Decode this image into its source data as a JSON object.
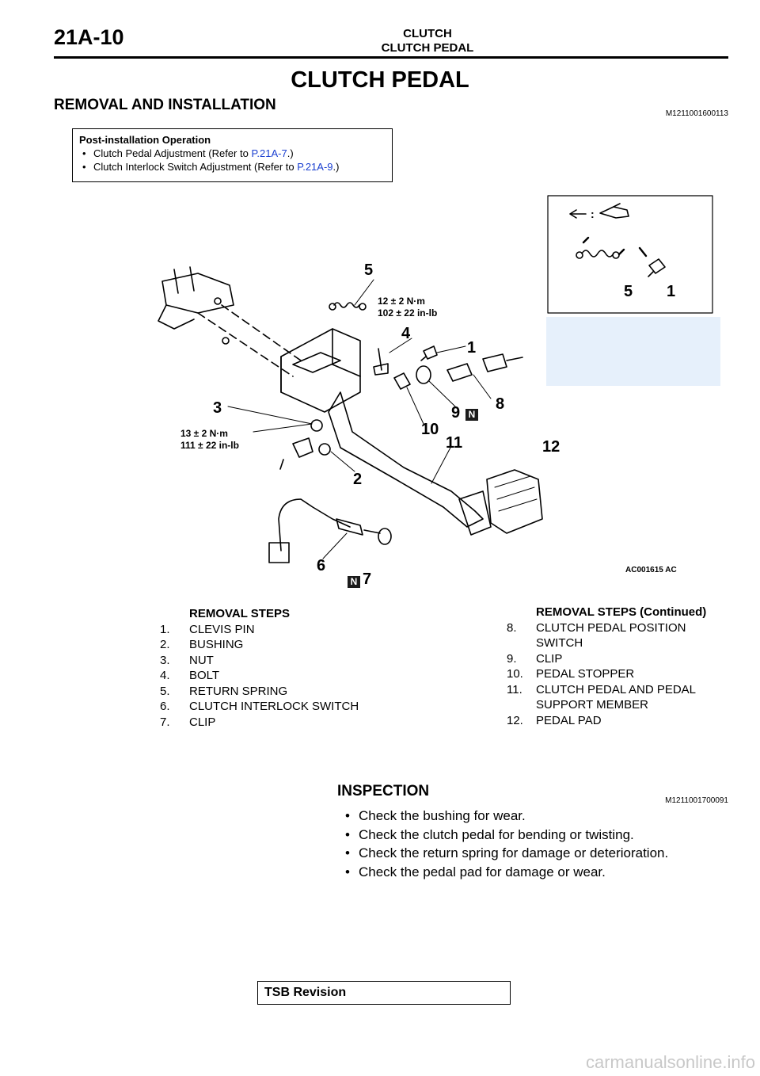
{
  "header": {
    "page_code": "21A-10",
    "section": "CLUTCH",
    "subsection": "CLUTCH PEDAL"
  },
  "title": "CLUTCH PEDAL",
  "removal": {
    "heading": "REMOVAL AND INSTALLATION",
    "doc_code": "M1211001600113",
    "note": {
      "title": "Post-installation Operation",
      "items": [
        {
          "text": "Clutch Pedal Adjustment (Refer to ",
          "link": "P.21A-7",
          "tail": ".)"
        },
        {
          "text": "Clutch Interlock Switch Adjustment (Refer to ",
          "link": "P.21A-9",
          "tail": ".)"
        }
      ]
    },
    "diagram": {
      "callouts": [
        "1",
        "2",
        "3",
        "4",
        "5",
        "6",
        "7",
        "8",
        "9",
        "10",
        "11",
        "12"
      ],
      "inset_callouts": [
        "5",
        "1"
      ],
      "inset_symbol": ":",
      "torque_upper": [
        "12 ± 2 N·m",
        "102 ± 22 in-lb"
      ],
      "torque_lower": [
        "13 ± 2 N·m",
        "111 ± 22 in-lb"
      ],
      "n_badge": "N",
      "figure_code": "AC001615 AC"
    },
    "steps_left": {
      "title": "REMOVAL STEPS",
      "items": [
        {
          "no": "1.",
          "text": "CLEVIS PIN"
        },
        {
          "no": "2.",
          "text": "BUSHING"
        },
        {
          "no": "3.",
          "text": "NUT"
        },
        {
          "no": "4.",
          "text": "BOLT"
        },
        {
          "no": "5.",
          "text": "RETURN SPRING"
        },
        {
          "no": "6.",
          "text": "CLUTCH INTERLOCK SWITCH"
        },
        {
          "no": "7.",
          "text": "CLIP"
        }
      ]
    },
    "steps_right": {
      "title": "REMOVAL STEPS (Continued)",
      "items": [
        {
          "no": "8.",
          "text": "CLUTCH PEDAL POSITION",
          "text2": "SWITCH"
        },
        {
          "no": "9.",
          "text": "CLIP"
        },
        {
          "no": "10.",
          "text": "PEDAL STOPPER"
        },
        {
          "no": "11.",
          "text": "CLUTCH PEDAL AND PEDAL",
          "text2": "SUPPORT MEMBER"
        },
        {
          "no": "12.",
          "text": "PEDAL PAD"
        }
      ]
    }
  },
  "inspection": {
    "heading": "INSPECTION",
    "doc_code": "M1211001700091",
    "items": [
      "Check the bushing for wear.",
      "Check the clutch pedal for bending or twisting.",
      "Check the return spring for damage or deterioration.",
      "Check the pedal pad for damage or wear."
    ]
  },
  "footer": {
    "tsb": "TSB Revision",
    "watermark": "carmanualsonline.info"
  }
}
